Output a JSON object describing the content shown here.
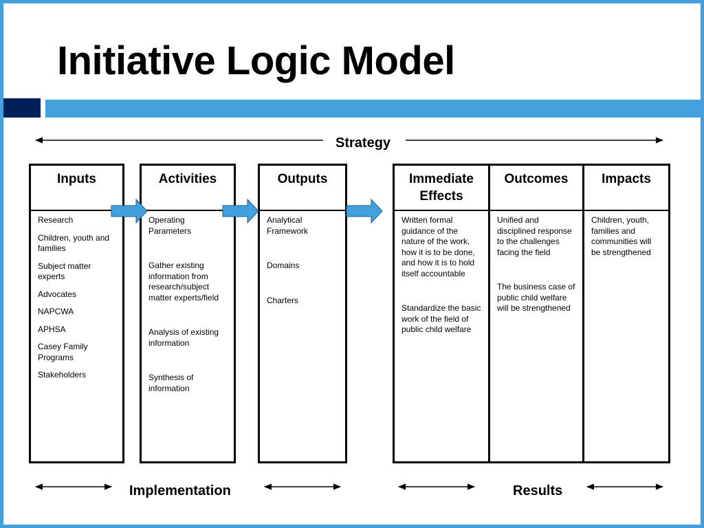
{
  "title": "Initiative Logic Model",
  "labels": {
    "strategy": "Strategy",
    "implementation": "Implementation",
    "results": "Results"
  },
  "colors": {
    "border": "#43a0dc",
    "band_dark": "#00205b",
    "band_light": "#43a0dc",
    "arrow_fill": "#43a0dc"
  },
  "columns": [
    {
      "heading": "Inputs",
      "items": [
        "Research",
        "Children, youth and families",
        "Subject matter experts",
        "Advocates",
        "NAPCWA",
        "APHSA",
        "Casey Family Programs",
        "Stakeholders"
      ]
    },
    {
      "heading": "Activities",
      "items": [
        "Operating Parameters",
        "Gather existing information from research/subject matter experts/field",
        "Analysis of existing information",
        "Synthesis of information"
      ]
    },
    {
      "heading": "Outputs",
      "items": [
        "Analytical Framework",
        "Domains",
        "Charters"
      ]
    },
    {
      "heading": "Immediate Effects",
      "items": [
        "Written formal guidance of the nature of the work, how it is to be done, and how it is to hold itself accountable",
        "Standardize the basic work of the field of public child welfare"
      ]
    },
    {
      "heading": "Outcomes",
      "items": [
        "Unified and disciplined response to the challenges facing the field",
        "The business case of public child welfare will be strengthened"
      ]
    },
    {
      "heading": "Impacts",
      "items": [
        "Children, youth, families and communities will be strengthened"
      ]
    }
  ]
}
